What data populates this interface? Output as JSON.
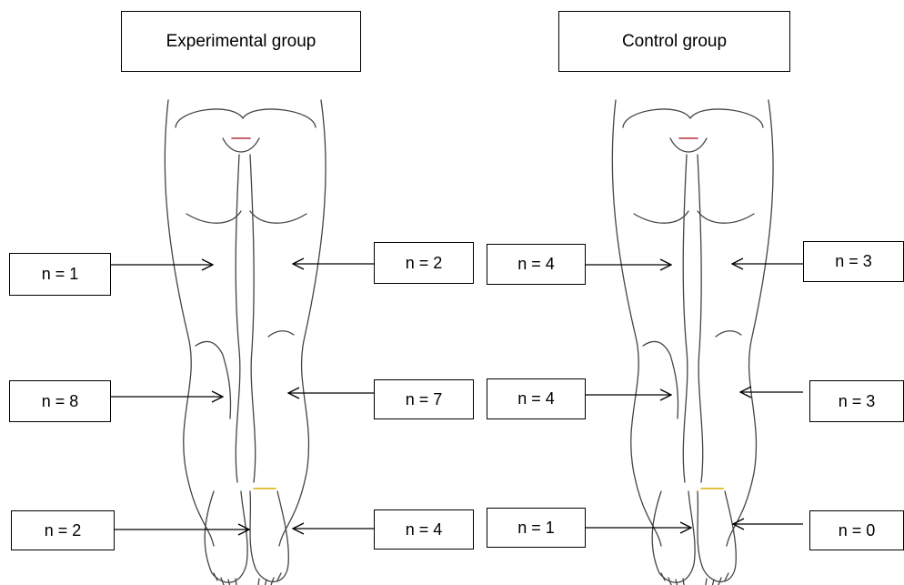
{
  "groups": [
    {
      "title": "Experimental group",
      "counts": {
        "left_thigh": "n = 1",
        "right_thigh": "n = 2",
        "left_calf": "n = 8",
        "right_calf": "n = 7",
        "left_foot": "n = 2",
        "right_foot": "n = 4"
      }
    },
    {
      "title": "Control group",
      "counts": {
        "left_thigh": "n = 4",
        "right_thigh": "n = 3",
        "left_calf": "n = 4",
        "right_calf": "n = 3",
        "left_foot": "n = 1",
        "right_foot": "n = 0"
      }
    }
  ]
}
